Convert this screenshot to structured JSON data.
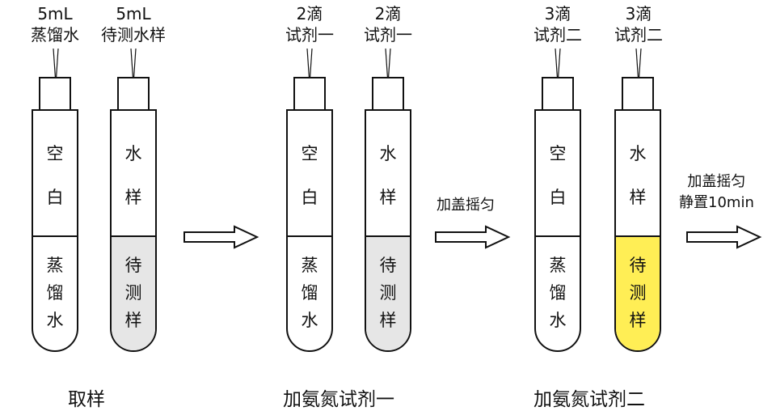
{
  "colors": {
    "water_gray": "#e6e6e6",
    "yellow": "#ffee55",
    "outline": "#111111"
  },
  "top_labels": [
    {
      "line1": "5mL",
      "line2": "蒸馏水"
    },
    {
      "line1": "5mL",
      "line2": "待测水样"
    },
    {
      "line1": "2滴",
      "line2": "试剂一"
    },
    {
      "line1": "2滴",
      "line2": "试剂一"
    },
    {
      "line1": "3滴",
      "line2": "试剂二"
    },
    {
      "line1": "3滴",
      "line2": "试剂二"
    }
  ],
  "tubes": [
    {
      "upper": [
        "空",
        "白"
      ],
      "lower": [
        "蒸",
        "馏",
        "水"
      ],
      "fill": "none"
    },
    {
      "upper": [
        "水",
        "样"
      ],
      "lower": [
        "待",
        "测",
        "样"
      ],
      "fill": "gray"
    },
    {
      "upper": [
        "空",
        "白"
      ],
      "lower": [
        "蒸",
        "馏",
        "水"
      ],
      "fill": "none"
    },
    {
      "upper": [
        "水",
        "样"
      ],
      "lower": [
        "待",
        "测",
        "样"
      ],
      "fill": "gray"
    },
    {
      "upper": [
        "空",
        "白"
      ],
      "lower": [
        "蒸",
        "馏",
        "水"
      ],
      "fill": "none"
    },
    {
      "upper": [
        "水",
        "样"
      ],
      "lower": [
        "待",
        "测",
        "样"
      ],
      "fill": "yellow"
    }
  ],
  "arrow_notes": [
    {
      "lines": []
    },
    {
      "lines": [
        "加盖摇匀"
      ]
    },
    {
      "lines": [
        "加盖摇匀",
        "静置10min"
      ]
    }
  ],
  "step_labels": [
    "取样",
    "加氨氮试剂一",
    "加氨氮试剂二"
  ]
}
